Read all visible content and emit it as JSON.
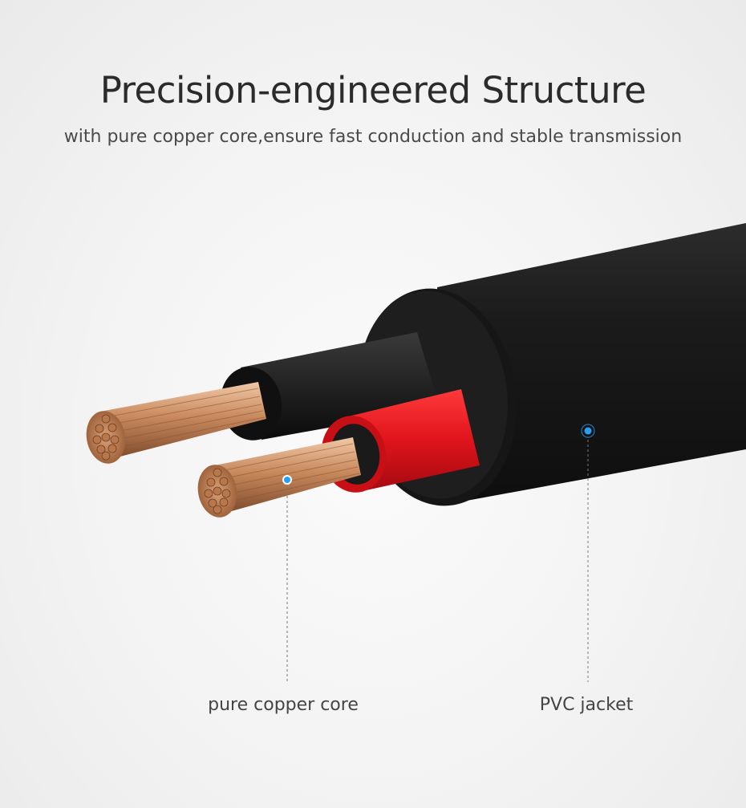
{
  "header": {
    "title": "Precision-engineered Structure",
    "subtitle": "with pure copper core,ensure fast conduction and stable transmission"
  },
  "callouts": [
    {
      "label": "pure copper core",
      "icon": "copper-core-marker"
    },
    {
      "label": "PVC jacket",
      "icon": "pvc-jacket-marker"
    }
  ],
  "colors": {
    "jacket": "#1a1a1a",
    "red_insulation": "#e0141c",
    "copper": "#c98a5e",
    "marker": "#2a9df4"
  }
}
